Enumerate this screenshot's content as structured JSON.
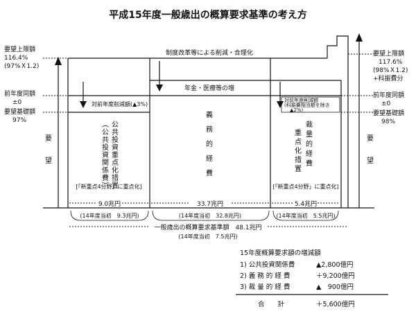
{
  "title": "平成15年度一般歳出の概算要求基準の考え方",
  "left_axis": {
    "upper_limit": [
      "要望上限額",
      "116.4%",
      "(97%Ｘ1.2)"
    ],
    "prev_year": [
      "前年度同額",
      "±0"
    ],
    "base": [
      "要望基礎額",
      "97%"
    ],
    "demand": "要望"
  },
  "right_axis": {
    "upper_limit": [
      "要望上限額",
      "117.6%",
      "(98%Ｘ1.2)",
      "+科振費分"
    ],
    "prev_year": [
      "前年度同額",
      "±0"
    ],
    "base": [
      "要望基礎額",
      "98%"
    ],
    "demand": "要望"
  },
  "top_notes": {
    "reform": "制度改革等による削減・合理化",
    "pension": "年金・医療等の増"
  },
  "col1": {
    "reduction": "対前年度削減額(▲3%)",
    "vertical": "公共投資重点化措置",
    "vertical2": "（公共投資関係費）",
    "focus": "[「新重点4分野」に重点化]"
  },
  "col2": {
    "vertical": "義務的経費"
  },
  "col3": {
    "reduction": [
      "対前年度削減額",
      "(科振費相当額を除き",
      "▲2%)"
    ],
    "vertical_a": "裁量的経費",
    "vertical_b": "重点化措置",
    "focus": "[「新重点4分野」に重点化]"
  },
  "amounts": {
    "col1": "9.0兆円",
    "col2": "33.7兆円",
    "col3": "5.4兆円",
    "col1_prev": "(14年度当初　9.3兆円)",
    "col2_prev": "(14年度当初　32.8兆円)",
    "col3_prev": "(14年度当初　5.5兆円)",
    "total": "一般歳出の概算要求基準額　48.1兆円",
    "total_prev": "(14年度当初　7.5兆円)"
  },
  "summary": {
    "title": "15年度概算要求額の増減額",
    "rows": [
      {
        "label": "1) 公共投資関係費",
        "value": "▲2,800億円"
      },
      {
        "label": "2) 義 務 的 経 費",
        "value": "＋9,200億円"
      },
      {
        "label": "3) 裁 量 的 経 費",
        "value": "▲　900億円"
      }
    ],
    "total_label": "合　　計",
    "total_value": "＋5,600億円"
  }
}
